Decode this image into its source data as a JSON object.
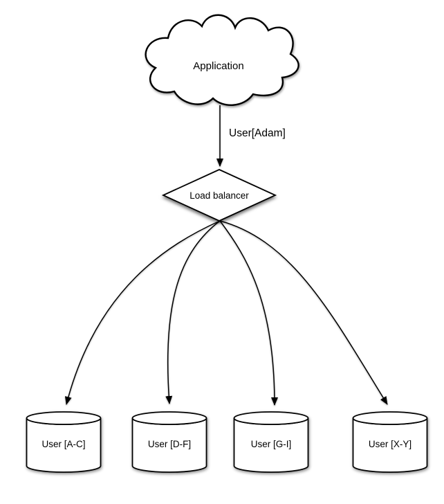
{
  "diagram": {
    "nodes": {
      "application": {
        "type": "cloud",
        "label": "Application"
      },
      "load_balancer": {
        "type": "diamond",
        "label": "Load balancer"
      },
      "shards": [
        {
          "type": "cylinder",
          "label": "User [A-C]"
        },
        {
          "type": "cylinder",
          "label": "User [D-F]"
        },
        {
          "type": "cylinder",
          "label": "User [G-I]"
        },
        {
          "type": "cylinder",
          "label": "User [X-Y]"
        }
      ]
    },
    "edges": {
      "app_to_lb": {
        "label": "User[Adam]"
      },
      "lb_to_shards_count": "4"
    },
    "colors": {
      "stroke": "#000000",
      "fill": "#ffffff",
      "text": "#000000",
      "background": "#ffffff"
    }
  }
}
